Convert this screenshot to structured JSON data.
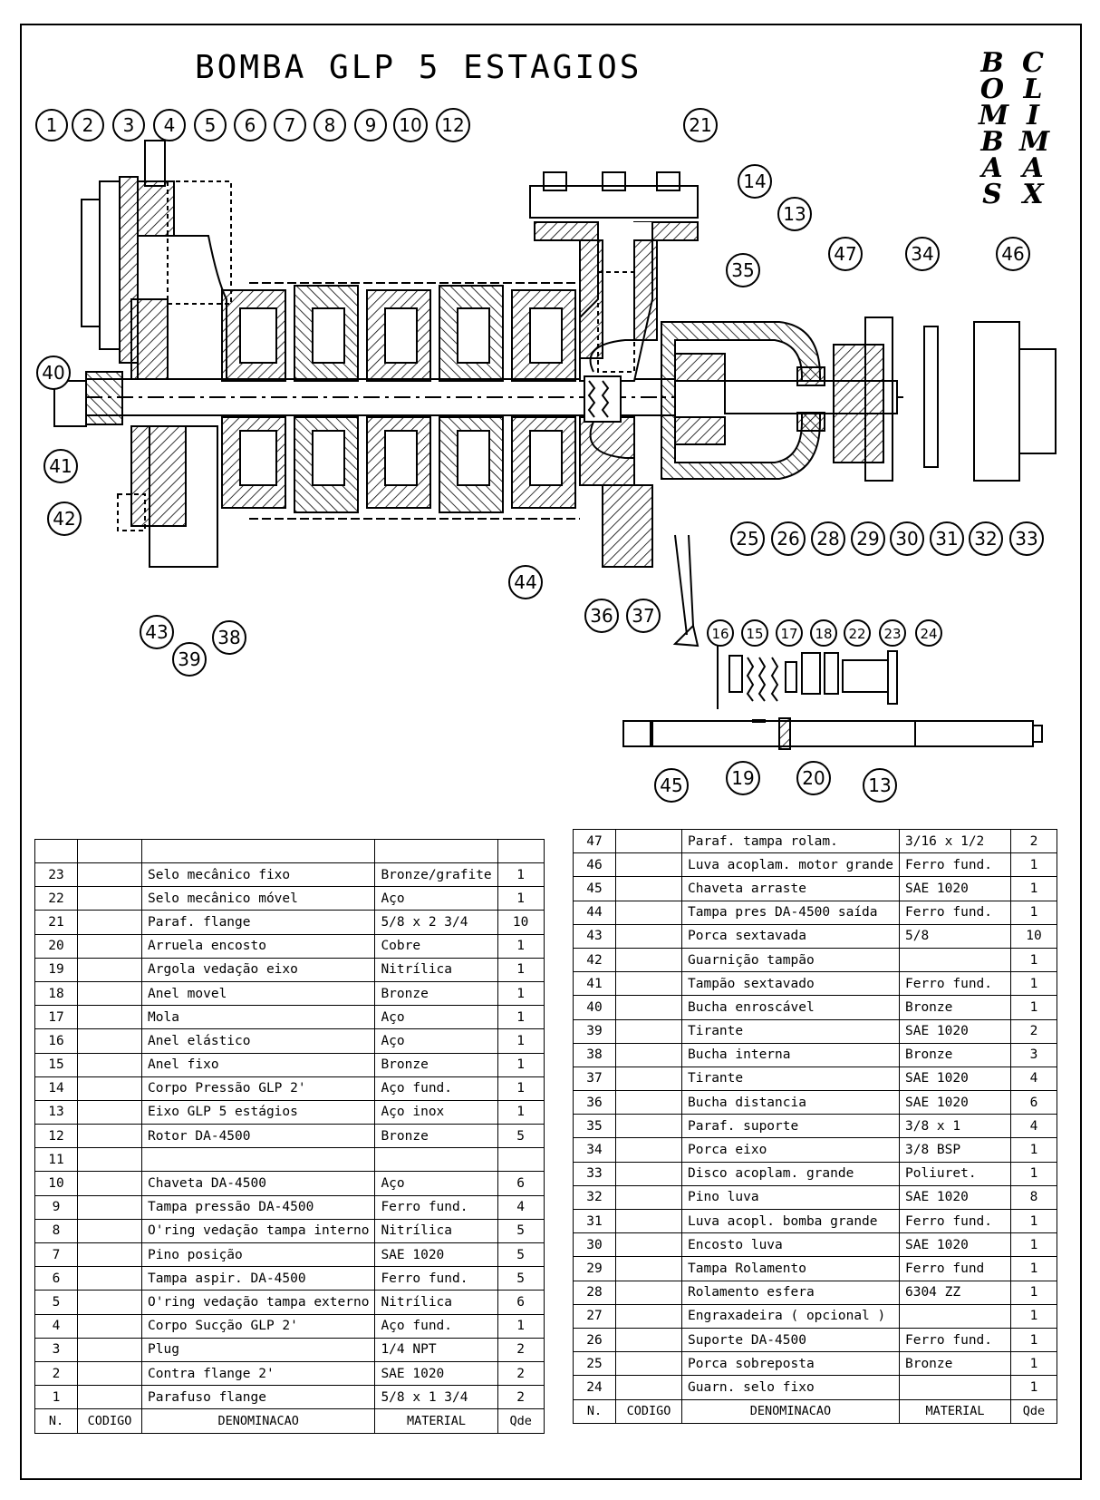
{
  "title": "BOMBA   GLP 5 ESTAGIOS",
  "brand": {
    "column1": [
      "B",
      "O",
      "M",
      "B",
      "A",
      "S"
    ],
    "column2": [
      "C",
      "L",
      "I",
      "M",
      "A",
      "X"
    ]
  },
  "callouts": [
    "1",
    "2",
    "3",
    "4",
    "5",
    "6",
    "7",
    "8",
    "9",
    "10",
    "12",
    "21",
    "14",
    "13",
    "35",
    "47",
    "34",
    "46",
    "40",
    "41",
    "42",
    "43",
    "39",
    "38",
    "44",
    "36",
    "37",
    "25",
    "26",
    "28",
    "29",
    "30",
    "31",
    "32",
    "33",
    "16",
    "15",
    "17",
    "18",
    "22",
    "23",
    "24",
    "45",
    "19",
    "20",
    "13"
  ],
  "headers": [
    "N.",
    "CODIGO",
    "DENOMINACAO",
    "MATERIAL",
    "Qde"
  ],
  "left_table": [
    {
      "n": "23",
      "desc": "Selo mecânico fixo",
      "mat": "Bronze/grafite",
      "qty": "1"
    },
    {
      "n": "22",
      "desc": "Selo mecânico móvel",
      "mat": "Aço",
      "qty": "1"
    },
    {
      "n": "21",
      "desc": "Paraf. flange",
      "mat": "5/8 x 2 3/4",
      "qty": "10"
    },
    {
      "n": "20",
      "desc": "Arruela encosto",
      "mat": "Cobre",
      "qty": "1"
    },
    {
      "n": "19",
      "desc": "Argola vedação eixo",
      "mat": "Nitrílica",
      "qty": "1"
    },
    {
      "n": "18",
      "desc": "Anel movel",
      "mat": "Bronze",
      "qty": "1"
    },
    {
      "n": "17",
      "desc": "Mola",
      "mat": "Aço",
      "qty": "1"
    },
    {
      "n": "16",
      "desc": "Anel elástico",
      "mat": "Aço",
      "qty": "1"
    },
    {
      "n": "15",
      "desc": "Anel fixo",
      "mat": "Bronze",
      "qty": "1"
    },
    {
      "n": "14",
      "desc": "Corpo Pressão GLP 2'",
      "mat": "Aço fund.",
      "qty": "1"
    },
    {
      "n": "13",
      "desc": "Eixo GLP 5 estágios",
      "mat": "Aço inox",
      "qty": "1"
    },
    {
      "n": "12",
      "desc": "Rotor DA-4500",
      "mat": "Bronze",
      "qty": "5"
    },
    {
      "n": "11",
      "desc": "",
      "mat": "",
      "qty": ""
    },
    {
      "n": "10",
      "desc": "Chaveta DA-4500",
      "mat": "Aço",
      "qty": "6"
    },
    {
      "n": "9",
      "desc": "Tampa pressão DA-4500",
      "mat": "Ferro fund.",
      "qty": "4"
    },
    {
      "n": "8",
      "desc": "O'ring vedação tampa interno",
      "mat": "Nitrílica",
      "qty": "5"
    },
    {
      "n": "7",
      "desc": "Pino posição",
      "mat": "SAE 1020",
      "qty": "5"
    },
    {
      "n": "6",
      "desc": "Tampa aspir. DA-4500",
      "mat": "Ferro fund.",
      "qty": "5"
    },
    {
      "n": "5",
      "desc": "O'ring vedação tampa externo",
      "mat": "Nitrílica",
      "qty": "6"
    },
    {
      "n": "4",
      "desc": "Corpo Sucção GLP 2'",
      "mat": "Aço fund.",
      "qty": "1"
    },
    {
      "n": "3",
      "desc": "Plug",
      "mat": "1/4 NPT",
      "qty": "2"
    },
    {
      "n": "2",
      "desc": "Contra flange 2'",
      "mat": "SAE 1020",
      "qty": "2"
    },
    {
      "n": "1",
      "desc": "Parafuso flange",
      "mat": "5/8 x 1 3/4",
      "qty": "2"
    }
  ],
  "right_table": [
    {
      "n": "47",
      "desc": "Paraf. tampa rolam.",
      "mat": "3/16 x 1/2",
      "qty": "2"
    },
    {
      "n": "46",
      "desc": "Luva acoplam. motor grande",
      "mat": "Ferro fund.",
      "qty": "1"
    },
    {
      "n": "45",
      "desc": "Chaveta arraste",
      "mat": "SAE 1020",
      "qty": "1"
    },
    {
      "n": "44",
      "desc": "Tampa pres DA-4500 saída",
      "mat": "Ferro fund.",
      "qty": "1"
    },
    {
      "n": "43",
      "desc": "Porca sextavada",
      "mat": "5/8",
      "qty": "10"
    },
    {
      "n": "42",
      "desc": "Guarnição tampão",
      "mat": "",
      "qty": "1"
    },
    {
      "n": "41",
      "desc": "Tampão sextavado",
      "mat": "Ferro fund.",
      "qty": "1"
    },
    {
      "n": "40",
      "desc": "Bucha enroscável",
      "mat": "Bronze",
      "qty": "1"
    },
    {
      "n": "39",
      "desc": "Tirante",
      "mat": "SAE 1020",
      "qty": "2"
    },
    {
      "n": "38",
      "desc": "Bucha interna",
      "mat": "Bronze",
      "qty": "3"
    },
    {
      "n": "37",
      "desc": "Tirante",
      "mat": "SAE 1020",
      "qty": "4"
    },
    {
      "n": "36",
      "desc": "Bucha distancia",
      "mat": "SAE 1020",
      "qty": "6"
    },
    {
      "n": "35",
      "desc": "Paraf. suporte",
      "mat": "3/8 x 1",
      "qty": "4"
    },
    {
      "n": "34",
      "desc": "Porca eixo",
      "mat": "3/8 BSP",
      "qty": "1"
    },
    {
      "n": "33",
      "desc": "Disco acoplam. grande",
      "mat": "Poliuret.",
      "qty": "1"
    },
    {
      "n": "32",
      "desc": "Pino luva",
      "mat": "SAE 1020",
      "qty": "8"
    },
    {
      "n": "31",
      "desc": "Luva acopl. bomba grande",
      "mat": "Ferro fund.",
      "qty": "1"
    },
    {
      "n": "30",
      "desc": "Encosto luva",
      "mat": "SAE 1020",
      "qty": "1"
    },
    {
      "n": "29",
      "desc": "Tampa Rolamento",
      "mat": "Ferro fund",
      "qty": "1"
    },
    {
      "n": "28",
      "desc": "Rolamento esfera",
      "mat": "6304 ZZ",
      "qty": "1"
    },
    {
      "n": "27",
      "desc": "Engraxadeira ( opcional )",
      "mat": "",
      "qty": "1"
    },
    {
      "n": "26",
      "desc": "Suporte DA-4500",
      "mat": "Ferro fund.",
      "qty": "1"
    },
    {
      "n": "25",
      "desc": "Porca sobreposta",
      "mat": "Bronze",
      "qty": "1"
    },
    {
      "n": "24",
      "desc": "Guarn. selo fixo",
      "mat": "",
      "qty": "1"
    }
  ]
}
